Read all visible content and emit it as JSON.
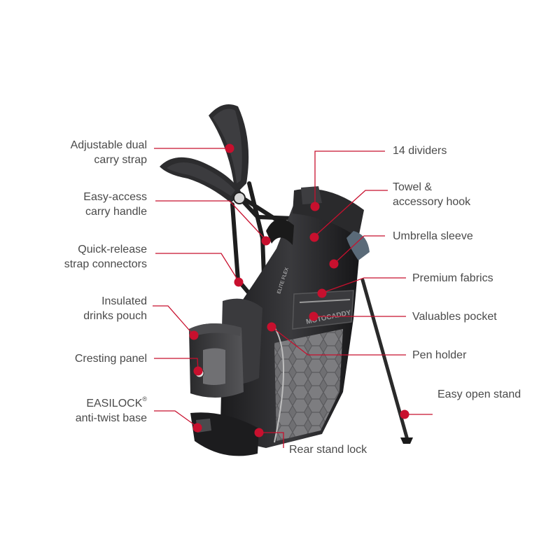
{
  "accent_color": "#c8102e",
  "bag": {
    "brand_logo": "MOTOCADDY",
    "model_text": "ELITE FLEX"
  },
  "labels": {
    "adjustable_dual_carry_strap": [
      "Adjustable dual",
      "carry strap"
    ],
    "easy_access_carry_handle": [
      "Easy-access",
      "carry handle"
    ],
    "quick_release_strap_connectors": [
      "Quick-release",
      "strap connectors"
    ],
    "insulated_drinks_pouch": [
      "Insulated",
      "drinks pouch"
    ],
    "cresting_panel": [
      "Cresting panel"
    ],
    "easilock_base": {
      "line1": "EASILOCK",
      "mark": "®",
      "line2": "anti-twist base"
    },
    "fourteen_dividers": [
      "14 dividers"
    ],
    "towel_accessory_hook": [
      "Towel &",
      "accessory hook"
    ],
    "umbrella_sleeve": [
      "Umbrella sleeve"
    ],
    "premium_fabrics": [
      "Premium fabrics"
    ],
    "valuables_pocket": [
      "Valuables pocket"
    ],
    "pen_holder": [
      "Pen holder"
    ],
    "easy_open_stand": [
      "Easy open stand"
    ],
    "rear_stand_lock": [
      "Rear stand lock"
    ]
  }
}
